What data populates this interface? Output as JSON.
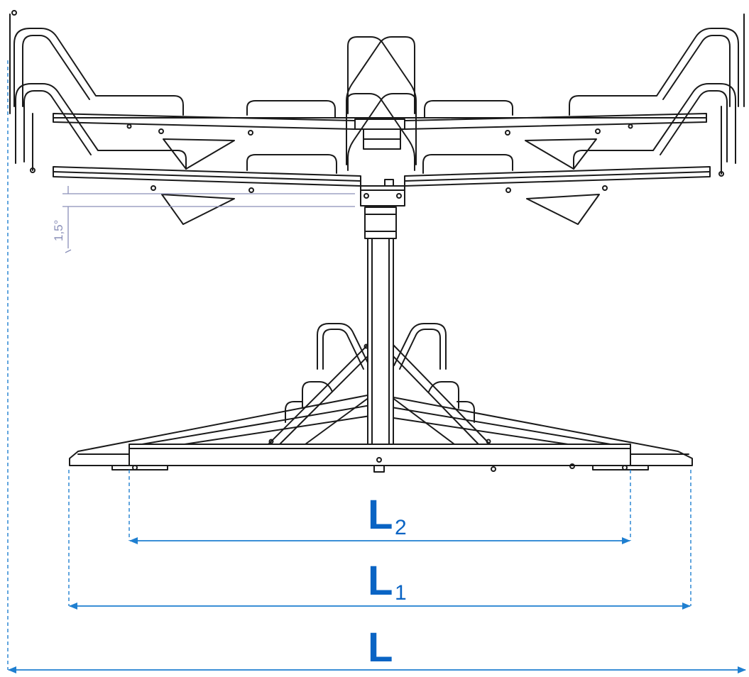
{
  "colors": {
    "drawing_stroke": "#1a1a1a",
    "dimension_blue": "#1f7fd0",
    "label_blue": "#0a64c4",
    "angle_gray": "#8a8fb8"
  },
  "angle_annotation": {
    "label": "1,5°"
  },
  "dimensions": [
    {
      "letter": "L",
      "subscript": "2"
    },
    {
      "letter": "L",
      "subscript": "1"
    },
    {
      "letter": "L",
      "subscript": ""
    }
  ]
}
